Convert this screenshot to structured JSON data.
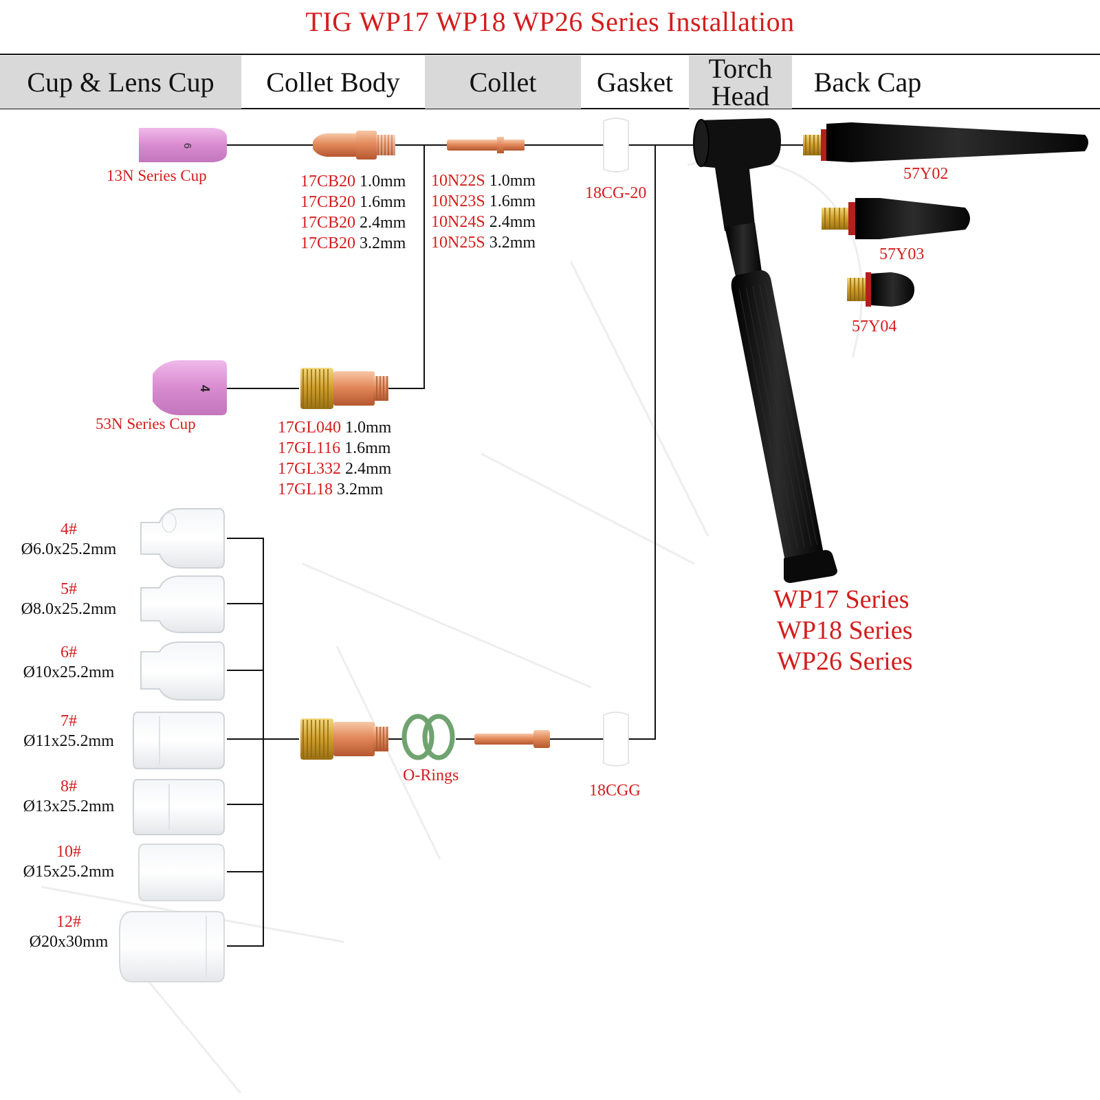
{
  "title": "TIG WP17 WP18 WP26 Series Installation",
  "columns": [
    "Cup & Lens Cup",
    "Collet Body",
    "Collet",
    "Gasket",
    "Torch\nHead",
    "Back Cap"
  ],
  "columns_split": {
    "torch_line1": "Torch",
    "torch_line2": "Head"
  },
  "cups": {
    "cup13n": {
      "label": "13N Series Cup",
      "marking": "6"
    },
    "cup53n": {
      "label": "53N Series Cup",
      "marking": "4"
    }
  },
  "collet_bodies": [
    {
      "code": "17CB20",
      "size": "1.0mm"
    },
    {
      "code": "17CB20",
      "size": "1.6mm"
    },
    {
      "code": "17CB20",
      "size": "2.4mm"
    },
    {
      "code": "17CB20",
      "size": "3.2mm"
    }
  ],
  "collets": [
    {
      "code": "10N22S",
      "size": "1.0mm"
    },
    {
      "code": "10N23S",
      "size": "1.6mm"
    },
    {
      "code": "10N24S",
      "size": "2.4mm"
    },
    {
      "code": "10N25S",
      "size": "3.2mm"
    }
  ],
  "gas_lens_bodies": [
    {
      "code": "17GL040",
      "size": "1.0mm"
    },
    {
      "code": "17GL116",
      "size": "1.6mm"
    },
    {
      "code": "17GL332",
      "size": "2.4mm"
    },
    {
      "code": "17GL18",
      "size": "3.2mm"
    }
  ],
  "gaskets": {
    "top": "18CG-20",
    "bottom": "18CGG"
  },
  "o_rings": "O-Rings",
  "back_caps": [
    "57Y02",
    "57Y03",
    "57Y04"
  ],
  "series": [
    "WP17 Series",
    "WP18 Series",
    "WP26 Series"
  ],
  "lens_cups": [
    {
      "num": "4#",
      "dim": "Ø6.0x25.2mm"
    },
    {
      "num": "5#",
      "dim": "Ø8.0x25.2mm"
    },
    {
      "num": "6#",
      "dim": "Ø10x25.2mm"
    },
    {
      "num": "7#",
      "dim": "Ø11x25.2mm"
    },
    {
      "num": "8#",
      "dim": "Ø13x25.2mm"
    },
    {
      "num": "10#",
      "dim": "Ø15x25.2mm"
    },
    {
      "num": "12#",
      "dim": "Ø20x30mm"
    }
  ],
  "colors": {
    "accent_red": "#d41d1d",
    "header_gray": "#d9d9d9",
    "cup_pink": "#e39ad8",
    "copper": "#e0875f",
    "brass": "#d6ad3a",
    "gasket_white": "#ffffff",
    "o_ring_green": "#74a874",
    "torch_black": "#111111"
  }
}
